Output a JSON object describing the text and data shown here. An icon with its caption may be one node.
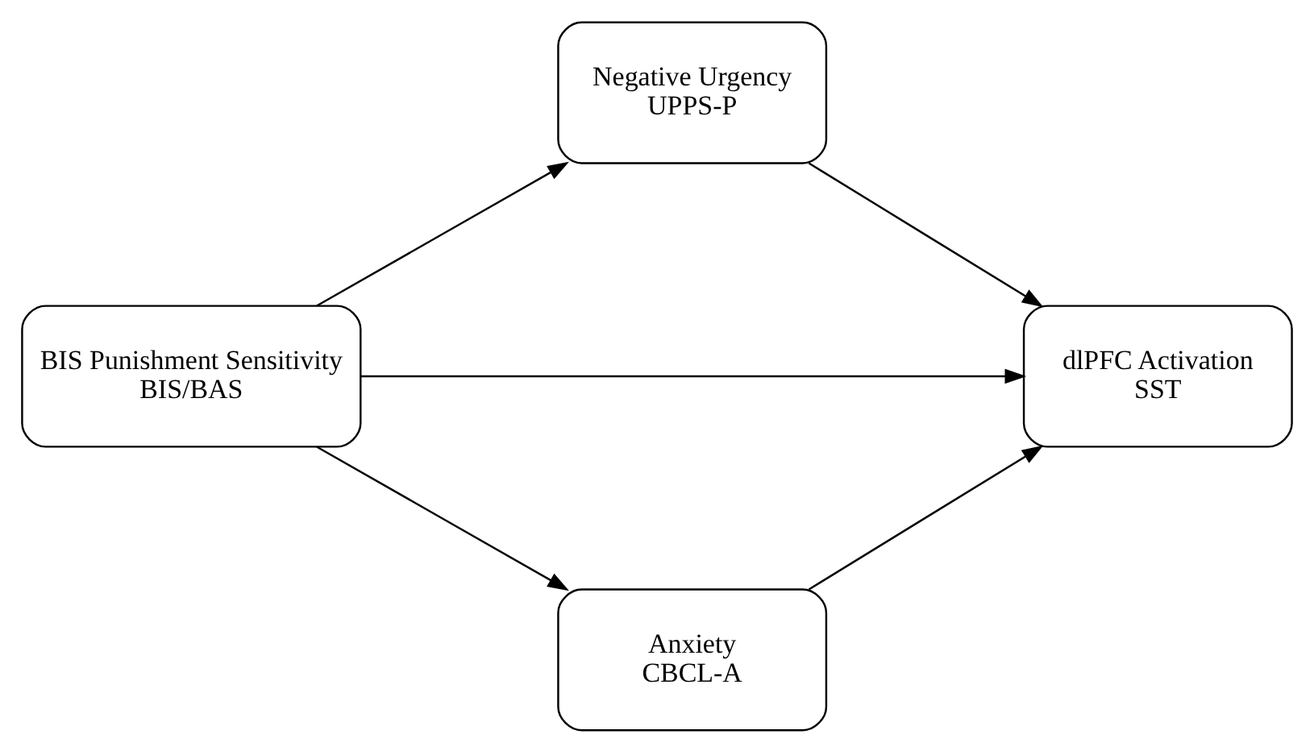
{
  "diagram": {
    "nodes": [
      {
        "text": [
          "BIS Punishment Sensitivity",
          "BIS/BAS"
        ]
      },
      {
        "text": [
          "Negative Urgency",
          "UPPS-P"
        ]
      },
      {
        "text": [
          "dlPFC Activation",
          "SST"
        ]
      },
      {
        "text": [
          "Anxiety",
          "CBCL-A"
        ]
      }
    ],
    "edges": [
      {
        "from": 0,
        "to": 1,
        "arrow": "to"
      },
      {
        "from": 1,
        "to": 2,
        "arrow": "to"
      },
      {
        "from": 0,
        "to": 2,
        "arrow": "to"
      },
      {
        "from": 0,
        "to": 3,
        "arrow": "to"
      },
      {
        "from": 3,
        "to": 2,
        "arrow": "to"
      }
    ]
  }
}
